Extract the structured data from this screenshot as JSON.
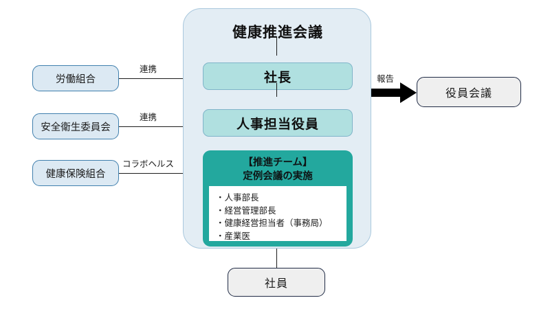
{
  "diagram": {
    "title": "健康推進会議",
    "council": {
      "title": "健康推進会議",
      "roles": [
        {
          "label": "社長"
        },
        {
          "label": "人事担当役員"
        }
      ],
      "team": {
        "heading_line1": "【推進チーム】",
        "heading_line2": "定例会議の実施",
        "members": [
          "・人事部長",
          "・経営管理部長",
          "・健康経営担当者（事務局）",
          "・産業医"
        ]
      }
    },
    "partners": [
      {
        "label": "労働組合",
        "edge_label": "連携"
      },
      {
        "label": "安全衛生委員会",
        "edge_label": "連携"
      },
      {
        "label": "健康保険組合",
        "edge_label": "コラボヘルス"
      }
    ],
    "exec_board": {
      "label": "役員会議",
      "edge_label": "報告"
    },
    "employee": {
      "label": "社員"
    },
    "colors": {
      "council_bg": "#e3edf4",
      "council_border": "#a9c8dd",
      "role_fill": "#b0e0e0",
      "role_border": "#7fb4c9",
      "team_fill": "#23a89e",
      "team_list_fill": "#ffffff",
      "partner_fill": "#dce9f3",
      "partner_border": "#3f7fad",
      "gray_fill": "#efefef",
      "gray_border": "#1f2a44",
      "connector": "#1b1b1b",
      "arrow": "#000000"
    }
  }
}
